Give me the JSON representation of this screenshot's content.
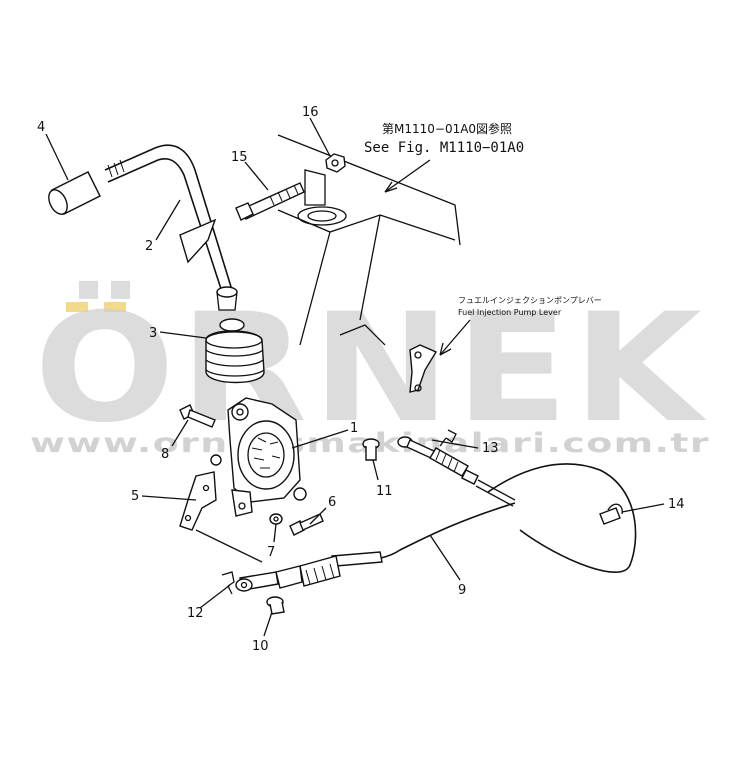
{
  "references": {
    "see_fig_jp": "第M1110−01A0図参照",
    "see_fig_en": "See Fig. M1110−01A0",
    "fuel_lever_jp": "フュエルインジェクションポンプレバー",
    "fuel_lever_en": "Fuel Injection Pump Lever"
  },
  "watermark": {
    "brand": "ÖRNEK",
    "url": "www.orneksmakinalari.com.tr"
  },
  "callouts": [
    {
      "id": "c1",
      "label": "1"
    },
    {
      "id": "c2",
      "label": "2"
    },
    {
      "id": "c3",
      "label": "3"
    },
    {
      "id": "c4",
      "label": "4"
    },
    {
      "id": "c5",
      "label": "5"
    },
    {
      "id": "c6",
      "label": "6"
    },
    {
      "id": "c7",
      "label": "7"
    },
    {
      "id": "c8",
      "label": "8"
    },
    {
      "id": "c9",
      "label": "9"
    },
    {
      "id": "c10",
      "label": "10"
    },
    {
      "id": "c11",
      "label": "11"
    },
    {
      "id": "c12",
      "label": "12"
    },
    {
      "id": "c13",
      "label": "13"
    },
    {
      "id": "c14",
      "label": "14"
    },
    {
      "id": "c15",
      "label": "15"
    },
    {
      "id": "c16",
      "label": "16"
    }
  ],
  "colors": {
    "watermark": "#cfcfcf",
    "watermark_accent": "#f3d98a",
    "line": "#111111"
  }
}
